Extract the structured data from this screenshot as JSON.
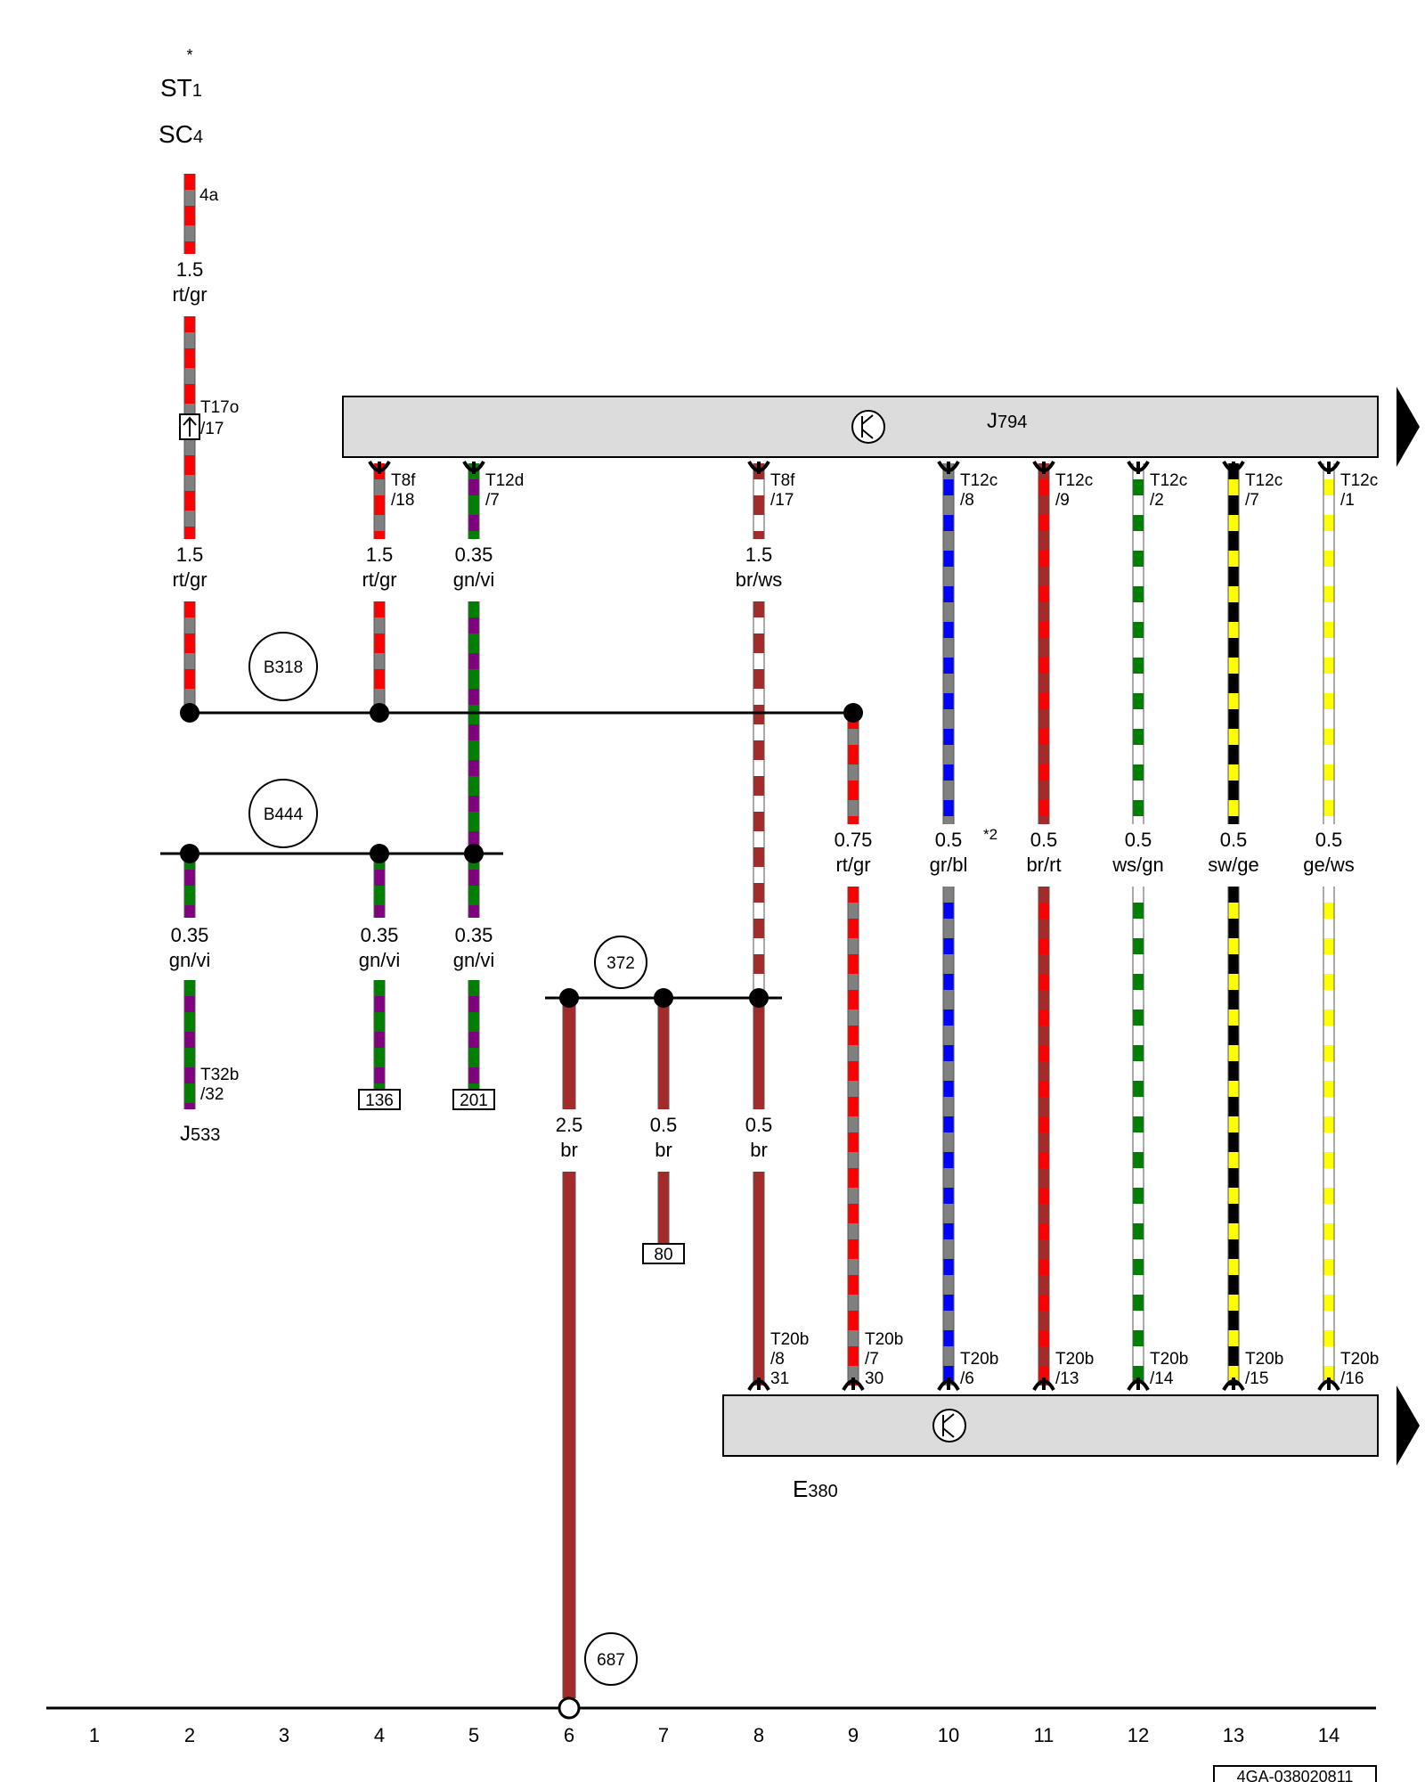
{
  "header": {
    "star": "*",
    "st_main": "ST",
    "st_sub": "1",
    "sc_main": "SC",
    "sc_sub": "4",
    "fuse_pin": "4a",
    "connector_name": "T17o",
    "connector_pin": "/17"
  },
  "components": {
    "j794": {
      "main": "J",
      "sub": "794"
    },
    "e380": {
      "main": "E",
      "sub": "380"
    },
    "j533": {
      "main": "J",
      "sub": "533"
    }
  },
  "connections": {
    "b318": "B318",
    "b444": "B444",
    "c372": "372",
    "c687": "687"
  },
  "refs": {
    "r136": "136",
    "r201": "201",
    "r80": "80"
  },
  "j533_pin": {
    "name": "T32b",
    "pin": "/32"
  },
  "wires": [
    {
      "id": "w2a",
      "size": "1.5",
      "color": "rt/gr"
    },
    {
      "id": "w2b",
      "size": "1.5",
      "color": "rt/gr"
    },
    {
      "id": "w4a",
      "size": "1.5",
      "color": "rt/gr"
    },
    {
      "id": "w5a",
      "size": "0.35",
      "color": "gn/vi"
    },
    {
      "id": "w8a",
      "size": "1.5",
      "color": "br/ws"
    },
    {
      "id": "w2c",
      "size": "0.35",
      "color": "gn/vi"
    },
    {
      "id": "w4c",
      "size": "0.35",
      "color": "gn/vi"
    },
    {
      "id": "w5c",
      "size": "0.35",
      "color": "gn/vi"
    },
    {
      "id": "w9",
      "size": "0.75",
      "color": "rt/gr"
    },
    {
      "id": "w10",
      "size": "0.5",
      "color": "gr/bl",
      "note": "*2"
    },
    {
      "id": "w11",
      "size": "0.5",
      "color": "br/rt"
    },
    {
      "id": "w12",
      "size": "0.5",
      "color": "ws/gn"
    },
    {
      "id": "w13",
      "size": "0.5",
      "color": "sw/ge"
    },
    {
      "id": "w14",
      "size": "0.5",
      "color": "ge/ws"
    },
    {
      "id": "w6",
      "size": "2.5",
      "color": "br"
    },
    {
      "id": "w7",
      "size": "0.5",
      "color": "br"
    },
    {
      "id": "w8b",
      "size": "0.5",
      "color": "br"
    }
  ],
  "j794_pins": [
    {
      "name": "T8f",
      "pin": "/18"
    },
    {
      "name": "T12d",
      "pin": "/7"
    },
    {
      "name": "T8f",
      "pin": "/17"
    },
    {
      "name": "T12c",
      "pin": "/8"
    },
    {
      "name": "T12c",
      "pin": "/9"
    },
    {
      "name": "T12c",
      "pin": "/2"
    },
    {
      "name": "T12c",
      "pin": "/7"
    },
    {
      "name": "T12c",
      "pin": "/1"
    }
  ],
  "e380_pins": [
    {
      "name": "T20b",
      "pin": "/8",
      "pin2": "31"
    },
    {
      "name": "T20b",
      "pin": "/7",
      "pin2": "30"
    },
    {
      "name": "T20b",
      "pin": "/6"
    },
    {
      "name": "T20b",
      "pin": "/13"
    },
    {
      "name": "T20b",
      "pin": "/14"
    },
    {
      "name": "T20b",
      "pin": "/15"
    },
    {
      "name": "T20b",
      "pin": "/16"
    }
  ],
  "columns": [
    "1",
    "2",
    "3",
    "4",
    "5",
    "6",
    "7",
    "8",
    "9",
    "10",
    "11",
    "12",
    "13",
    "14"
  ],
  "doc_id": "4GA-038020811",
  "colors": {
    "red": "#ff0000",
    "grey": "#808080",
    "green": "#008000",
    "violet": "#800080",
    "brown": "#a52a2a",
    "white": "#ffffff",
    "blue": "#0000ff",
    "black": "#000000",
    "yellow": "#ffff00",
    "box_fill": "#dcdcdc"
  }
}
